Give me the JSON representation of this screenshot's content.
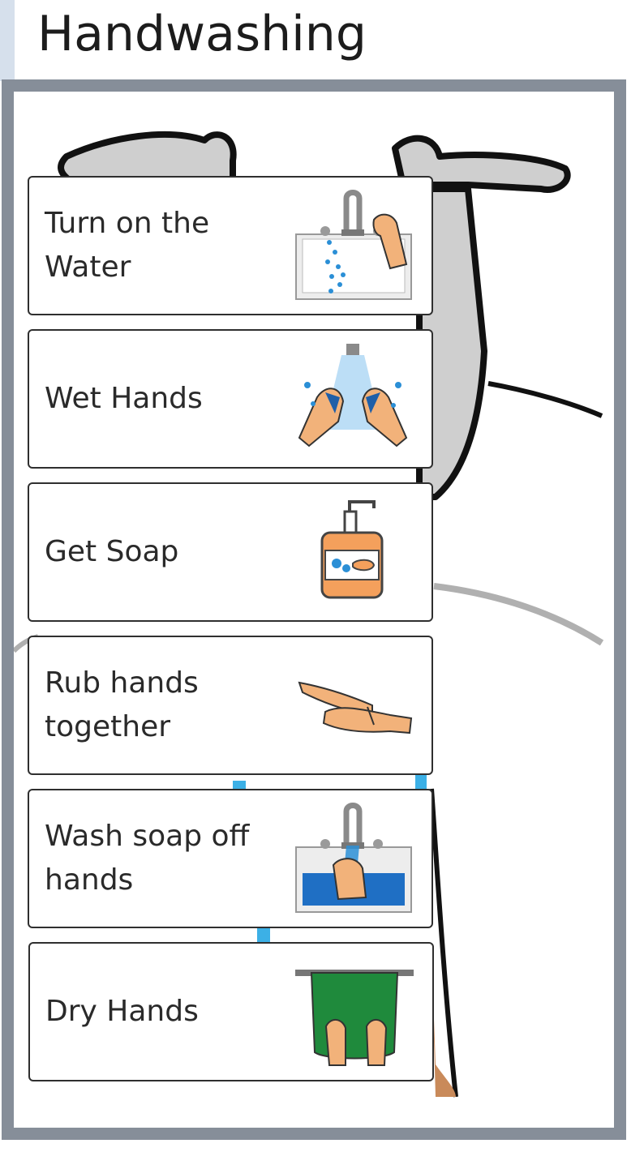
{
  "page": {
    "title": "Handwashing"
  },
  "colors": {
    "board_border": "#868e99",
    "card_border": "#2f2f2f",
    "text": "#2a2a2a",
    "water_blue": "#2b8fd6",
    "soap_orange": "#f4a05c",
    "towel_green": "#1f8a3c",
    "skin": "#f2b27a"
  },
  "steps": [
    {
      "label": "Turn on the Water",
      "icon": "faucet-on-icon"
    },
    {
      "label": "Wet Hands",
      "icon": "wet-hands-icon"
    },
    {
      "label": "Get Soap",
      "icon": "soap-pump-icon"
    },
    {
      "label": "Rub hands together",
      "icon": "rub-hands-icon"
    },
    {
      "label": "Wash soap off hands",
      "icon": "rinse-hands-icon"
    },
    {
      "label": "Dry Hands",
      "icon": "towel-icon"
    }
  ]
}
